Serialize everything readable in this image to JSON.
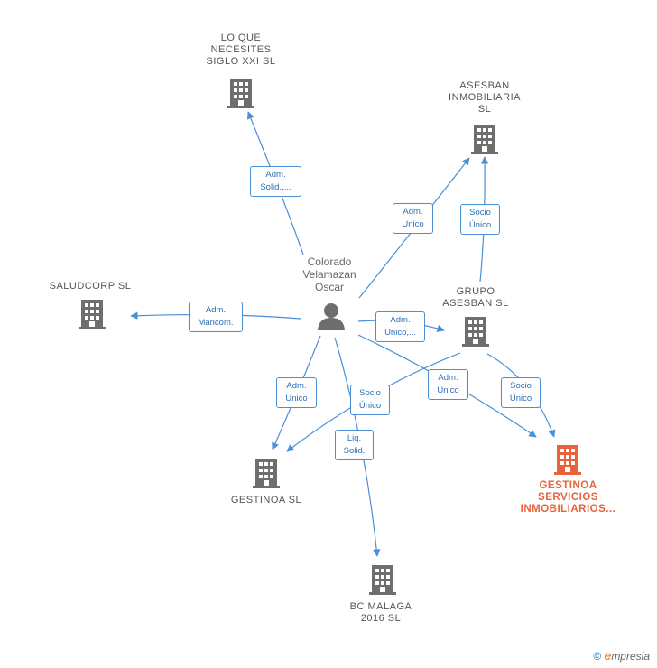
{
  "person": {
    "lines": [
      "Colorado",
      "Velamazan",
      "Oscar"
    ]
  },
  "companies": {
    "lo_que": {
      "lines": [
        "LO QUE",
        "NECESITES",
        "SIGLO XXI SL"
      ]
    },
    "asesban": {
      "lines": [
        "ASESBAN",
        "INMOBILIARIA",
        "SL"
      ]
    },
    "saludcorp": {
      "lines": [
        "SALUDCORP SL"
      ]
    },
    "grupo": {
      "lines": [
        "GRUPO",
        "ASESBAN SL"
      ]
    },
    "gestinoa_sl": {
      "lines": [
        "GESTINOA  SL"
      ]
    },
    "gestinoa_serv": {
      "lines": [
        "GESTINOA",
        "SERVICIOS",
        "INMOBILIARIOS..."
      ]
    },
    "bc_malaga": {
      "lines": [
        "BC MALAGA",
        "2016  SL"
      ]
    }
  },
  "edges": {
    "adm_solid": [
      "Adm.",
      "Solid.,..."
    ],
    "adm_unico_asesban": [
      "Adm.",
      "Unico"
    ],
    "socio_unico_asesban": [
      "Socio",
      "Único"
    ],
    "adm_mancom": [
      "Adm.",
      "Mancom."
    ],
    "adm_unico_grupo": [
      "Adm.",
      "Unico,..."
    ],
    "adm_unico_gestinoa_sl": [
      "Adm.",
      "Unico"
    ],
    "socio_unico_gestinoa_sl": [
      "Socio",
      "Único"
    ],
    "liq_solid": [
      "Liq.",
      "Solid."
    ],
    "adm_unico_gestinoa_serv": [
      "Adm.",
      "Unico"
    ],
    "socio_unico_gestinoa_serv": [
      "Socio",
      "Único"
    ]
  },
  "brand": {
    "copyright": "©",
    "e": "e",
    "rest": "mpresia"
  },
  "colors": {
    "edge": "#4a8fd6",
    "building": "#6e6e6e",
    "highlight": "#e8633a",
    "person": "#6e6e6e"
  }
}
